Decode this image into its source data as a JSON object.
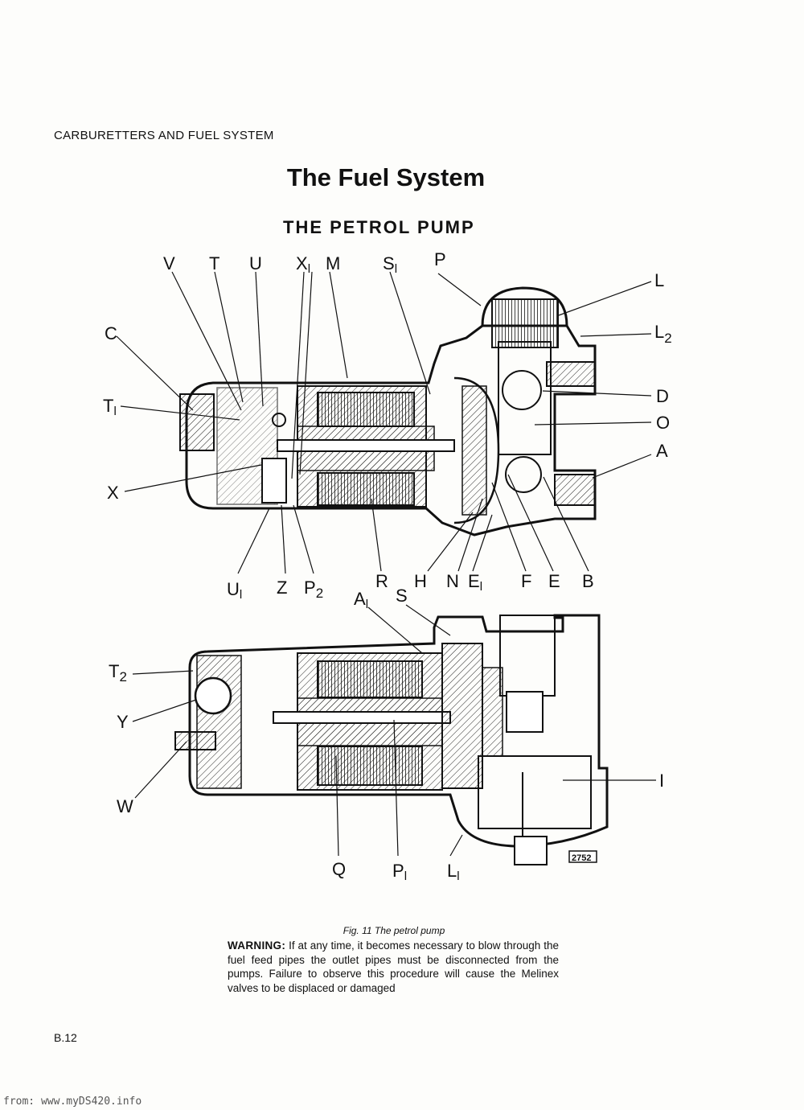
{
  "header": {
    "section": "CARBURETTERS AND FUEL SYSTEM"
  },
  "title": "The Fuel System",
  "subtitle": "THE PETROL PUMP",
  "figure": {
    "caption": "Fig. 11  The petrol pump",
    "number_tag": "2752",
    "labels_top": [
      "V",
      "T",
      "U",
      "X1",
      "M",
      "S1",
      "P",
      "L",
      "L2",
      "C",
      "T1",
      "D",
      "O",
      "A",
      "X",
      "U1",
      "Z",
      "P2",
      "R",
      "H",
      "N",
      "E1",
      "F",
      "E",
      "B"
    ],
    "labels_bottom": [
      "A1",
      "S",
      "T2",
      "Y",
      "W",
      "I",
      "Q",
      "P1",
      "L1"
    ]
  },
  "warning": {
    "label": "WARNING:",
    "text": " If at any time, it becomes necessary to blow through the fuel feed pipes the outlet pipes must be disconnected from the pumps. Failure to observe this procedure will cause the Melinex valves to be displaced or damaged"
  },
  "page_number": "B.12",
  "footer": "from: www.myDS420.info"
}
